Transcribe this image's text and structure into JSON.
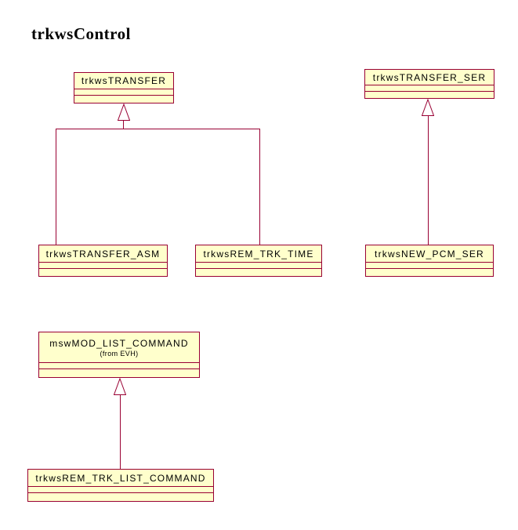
{
  "diagram": {
    "title": "trkwsControl",
    "colors": {
      "background": "#FFFFFF",
      "box_fill": "#FFFFCC",
      "line": "#990033",
      "text": "#000000"
    },
    "classes": [
      {
        "name": "trkwsTRANSFER"
      },
      {
        "name": "trkwsTRANSFER_SER"
      },
      {
        "name": "trkwsTRANSFER_ASM"
      },
      {
        "name": "trkwsREM_TRK_TIME"
      },
      {
        "name": "trkwsNEW_PCM_SER"
      },
      {
        "name": "mswMOD_LIST_COMMAND",
        "origin": "(from EVH)"
      },
      {
        "name": "trkwsREM_TRK_LIST_COMMAND"
      }
    ],
    "relationships": [
      {
        "type": "generalization",
        "from": "trkwsTRANSFER_ASM",
        "to": "trkwsTRANSFER"
      },
      {
        "type": "generalization",
        "from": "trkwsREM_TRK_TIME",
        "to": "trkwsTRANSFER"
      },
      {
        "type": "generalization",
        "from": "trkwsNEW_PCM_SER",
        "to": "trkwsTRANSFER_SER"
      },
      {
        "type": "generalization",
        "from": "trkwsREM_TRK_LIST_COMMAND",
        "to": "mswMOD_LIST_COMMAND"
      }
    ]
  }
}
